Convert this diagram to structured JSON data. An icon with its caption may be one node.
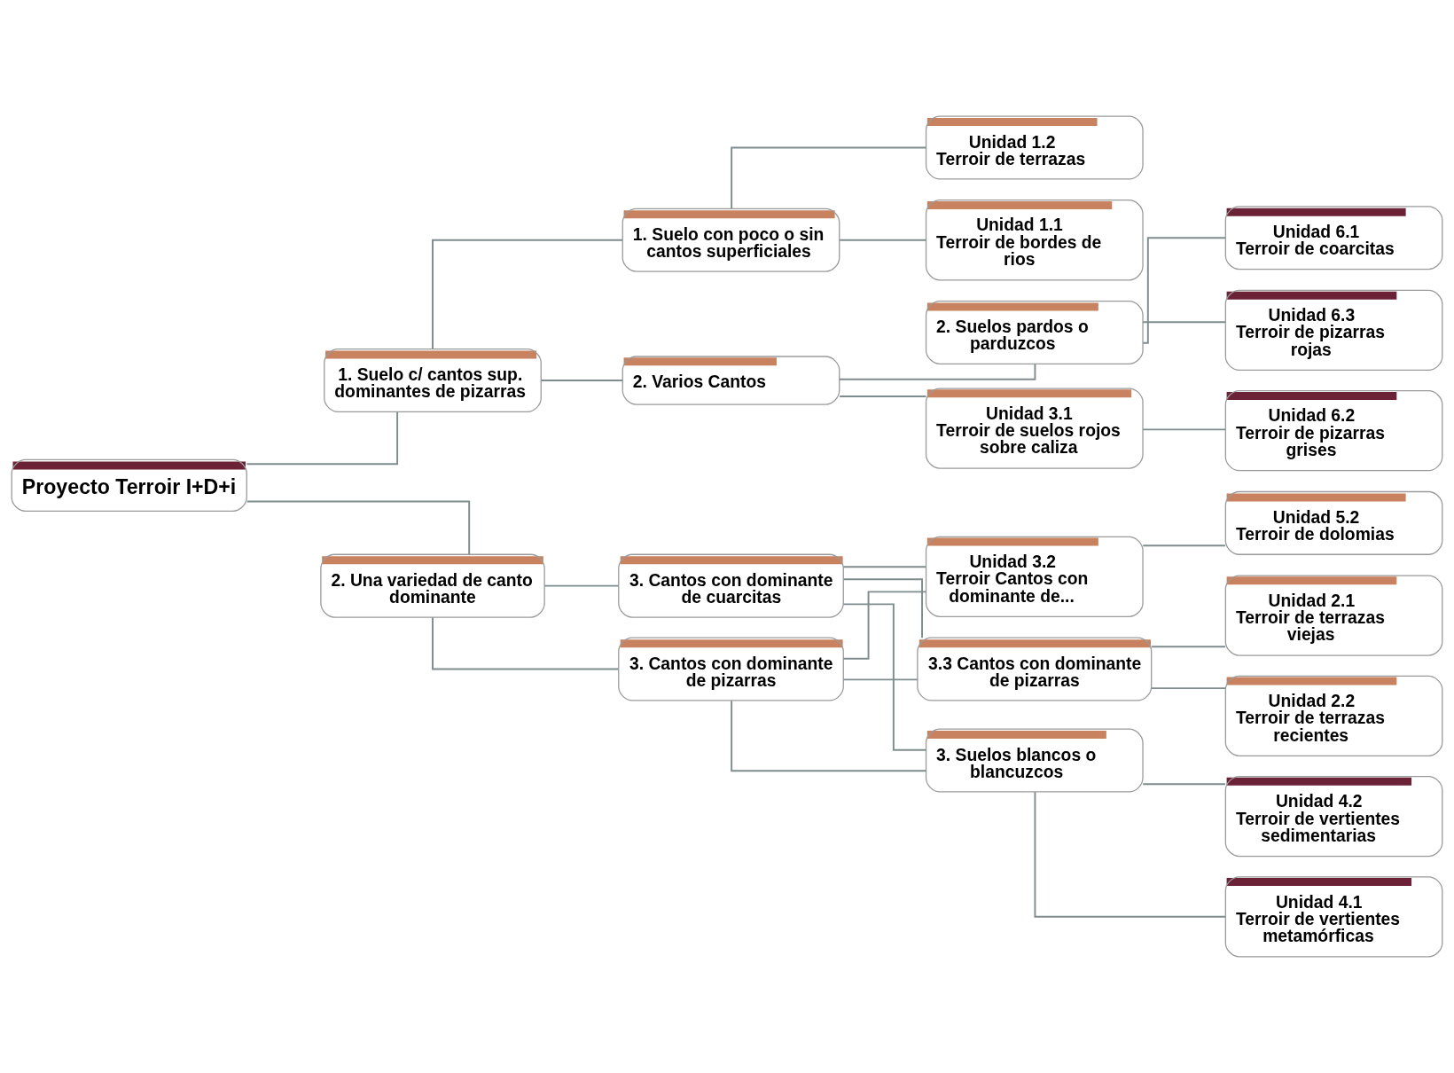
{
  "diagram": {
    "nodes": [
      {
        "text": [
          "Proyecto Terroir I+D+i"
        ]
      },
      {
        "text": [
          "1. Suelo c/ cantos sup. dominantes de pizarras"
        ]
      },
      {
        "text": [
          "2. Una variedad de canto dominante"
        ]
      },
      {
        "text": [
          "1. Suelo con poco o sin cantos superficiales"
        ]
      },
      {
        "text": [
          "2. Varios Cantos"
        ]
      },
      {
        "text": [
          "3. Cantos con dominante de cuarcitas"
        ]
      },
      {
        "text": [
          "3. Cantos con dominante de pizarras"
        ]
      },
      {
        "text": [
          "Unidad 3.1",
          "Terroir de suelos rojos sobre caliza"
        ]
      },
      {
        "text": [
          "2. Suelos pardos o parduzcos"
        ]
      },
      {
        "text": [
          "Unidad 3.2",
          "Terroir Cantos con dominante de..."
        ]
      },
      {
        "text": [
          "3.3 Cantos con dominante de pizarras"
        ]
      },
      {
        "text": [
          "3. Suelos blancos o blancuzcos"
        ]
      },
      {
        "text": [
          "Unidad 1.1",
          "Terroir de bordes de rios"
        ]
      },
      {
        "text": [
          "Unidad 1.2",
          "Terroir de terrazas"
        ]
      },
      {
        "text": [
          "Unidad 6.2",
          "Terroir de pizarras grises"
        ]
      },
      {
        "text": [
          "Unidad 6.3",
          "Terroir de pizarras rojas"
        ]
      },
      {
        "text": [
          "Unidad 6.1",
          "Terroir de coarcitas"
        ]
      },
      {
        "text": [
          "Unidad 5.2",
          "Terroir de dolomias"
        ]
      },
      {
        "text": [
          "Unidad 2.2",
          "Terroir de terrazas recientes"
        ]
      },
      {
        "text": [
          "Unidad 2.1",
          "Terroir de terrazas viejas"
        ]
      },
      {
        "text": [
          "Unidad 4.1",
          "Terroir de vertientes metamórficas"
        ]
      },
      {
        "text": [
          "Unidad 4.2",
          "Terroir de vertientes sedimentarias"
        ]
      }
    ],
    "edges": [
      {
        "from": 0,
        "to": 1,
        "arrow": "none"
      },
      {
        "from": 0,
        "to": 2,
        "arrow": "none"
      },
      {
        "from": 1,
        "to": 3,
        "arrow": "none"
      },
      {
        "from": 1,
        "to": 4,
        "arrow": "none"
      },
      {
        "from": 3,
        "to": 12,
        "arrow": "none"
      },
      {
        "from": 3,
        "to": 13,
        "arrow": "none"
      },
      {
        "from": 4,
        "to": 7,
        "arrow": "none"
      },
      {
        "from": 4,
        "to": 8,
        "arrow": "none"
      },
      {
        "from": 7,
        "to": 14,
        "arrow": "none"
      },
      {
        "from": 8,
        "to": 15,
        "arrow": "none"
      },
      {
        "from": 8,
        "to": 16,
        "arrow": "none"
      },
      {
        "from": 2,
        "to": 5,
        "arrow": "none"
      },
      {
        "from": 2,
        "to": 6,
        "arrow": "none"
      },
      {
        "from": 5,
        "to": 9,
        "arrow": "none"
      },
      {
        "from": 5,
        "to": 10,
        "arrow": "none"
      },
      {
        "from": 5,
        "to": 11,
        "arrow": "none"
      },
      {
        "from": 6,
        "to": 9,
        "arrow": "none"
      },
      {
        "from": 6,
        "to": 10,
        "arrow": "none"
      },
      {
        "from": 6,
        "to": 11,
        "arrow": "none"
      },
      {
        "from": 9,
        "to": 17,
        "arrow": "none"
      },
      {
        "from": 10,
        "to": 18,
        "arrow": "none"
      },
      {
        "from": 10,
        "to": 19,
        "arrow": "none"
      },
      {
        "from": 11,
        "to": 20,
        "arrow": "none"
      },
      {
        "from": 11,
        "to": 21,
        "arrow": "none"
      }
    ]
  }
}
